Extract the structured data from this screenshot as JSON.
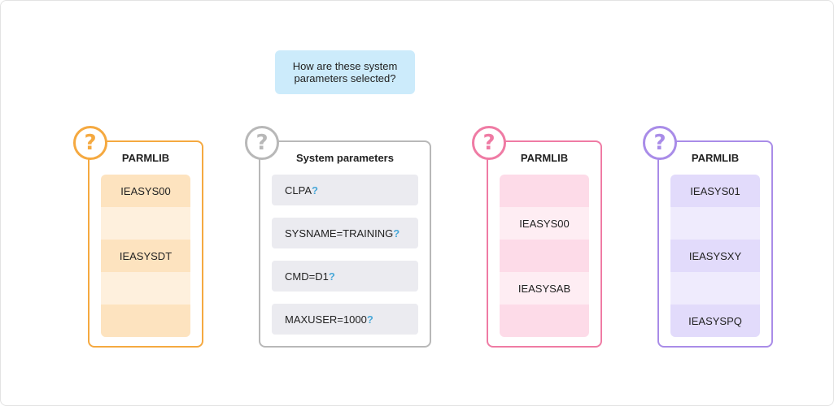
{
  "callout": {
    "text": "How are these system parameters selected?"
  },
  "colors": {
    "orange": "#f5a940",
    "gray": "#b8b8b8",
    "pink": "#ef7ba4",
    "purple": "#a98ce8",
    "question_mark": "#4aa8d8"
  },
  "badge_icon": "question-mark-icon",
  "badge_glyph": "?",
  "cards": {
    "parmlib_orange": {
      "title": "PARMLIB",
      "rows": [
        "IEASYS00",
        "",
        "IEASYSDT",
        "",
        ""
      ]
    },
    "system_parameters": {
      "title": "System parameters",
      "items": [
        {
          "text": "CLPA",
          "mark": "?"
        },
        {
          "text": "SYSNAME=TRAINING",
          "mark": "?"
        },
        {
          "text": "CMD=D1",
          "mark": "?"
        },
        {
          "text": "MAXUSER=1000",
          "mark": "?"
        }
      ]
    },
    "parmlib_pink": {
      "title": "PARMLIB",
      "rows": [
        "",
        "IEASYS00",
        "",
        "IEASYSAB",
        ""
      ]
    },
    "parmlib_purple": {
      "title": "PARMLIB",
      "rows": [
        "IEASYS01",
        "",
        "IEASYSXY",
        "",
        "IEASYSPQ"
      ]
    }
  }
}
